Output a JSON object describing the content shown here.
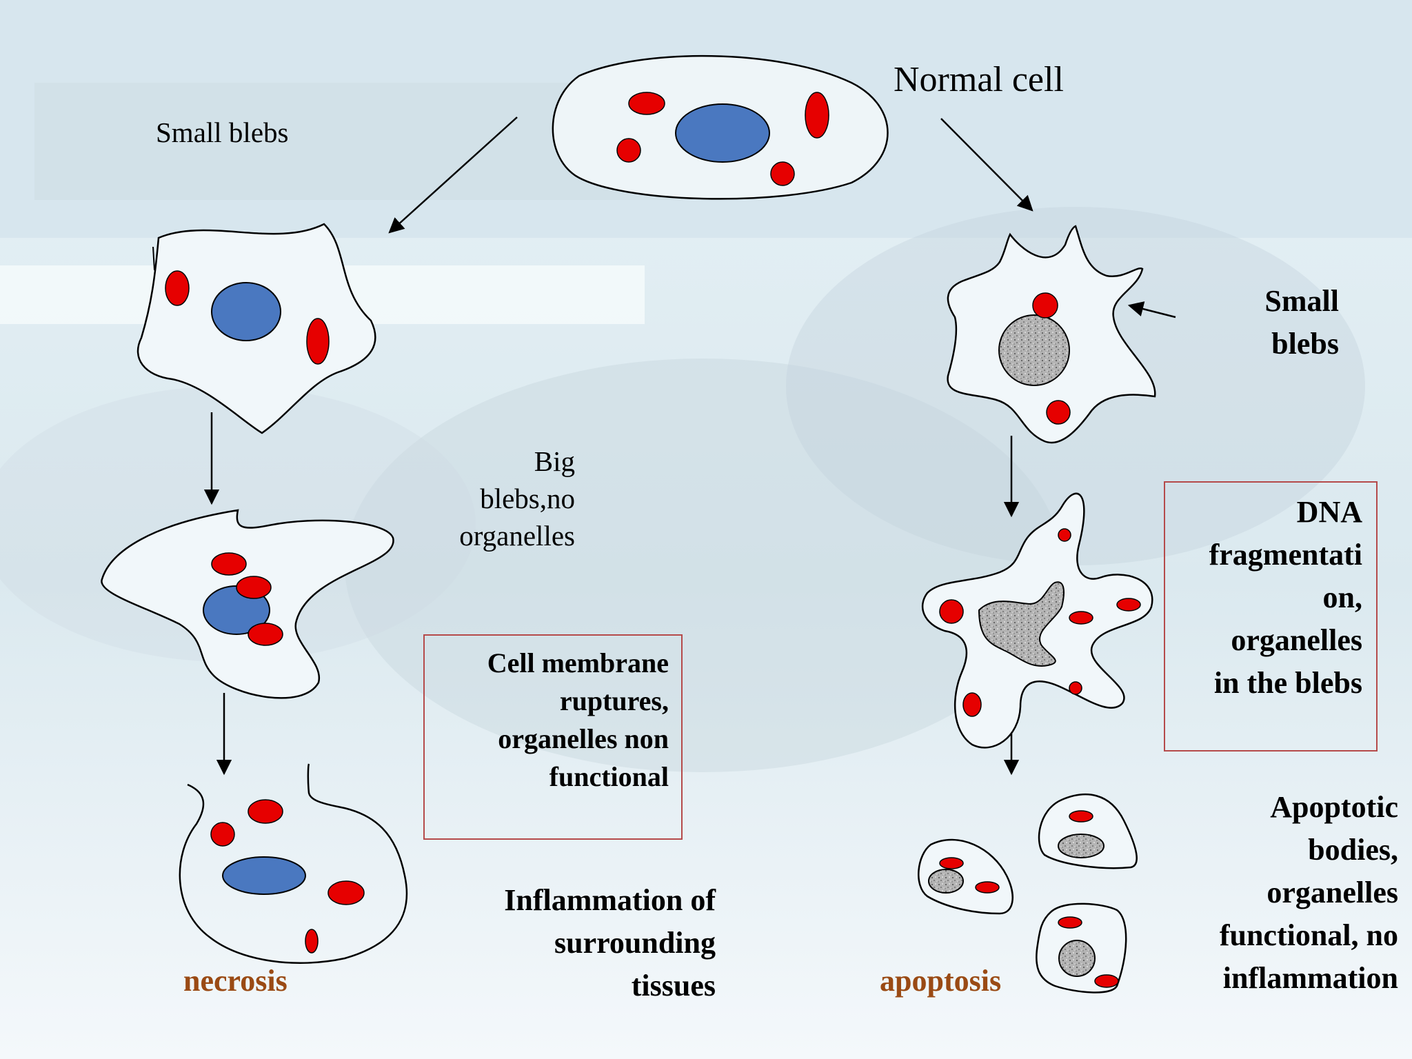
{
  "labels": {
    "normal_cell": "Normal cell",
    "small_blebs_left": "Small blebs",
    "big_blebs": [
      "Big",
      "blebs,no",
      "organelles"
    ],
    "small_blebs_right": [
      "Small",
      "blebs"
    ],
    "cell_membrane": [
      "Cell membrane",
      "ruptures,",
      "organelles non",
      "functional"
    ],
    "inflammation": [
      "Inflammation of",
      "surrounding",
      "tissues"
    ],
    "dna_fragmentation": [
      "DNA",
      "fragmentati",
      "on,",
      "organelles",
      "in the blebs"
    ],
    "apoptotic_bodies": [
      "Apoptotic",
      "bodies,",
      "organelles",
      "functional, no",
      "inflammation"
    ],
    "necrosis": "necrosis",
    "apoptosis": "apoptosis"
  },
  "colors": {
    "organelle": "#e60000",
    "nucleus": "#4a78c0",
    "fragmented_nucleus": "#a8a8a8",
    "box_border": "#b54a4a",
    "outcome_label": "#9a4a14"
  }
}
